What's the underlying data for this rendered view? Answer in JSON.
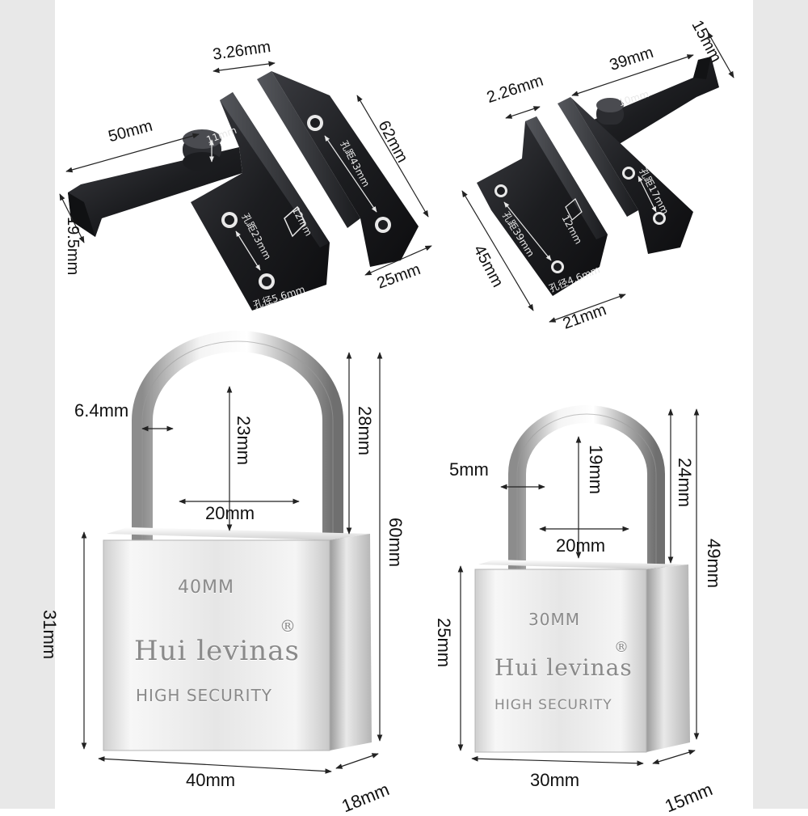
{
  "hasp_large": {
    "plate_gap": "3.26mm",
    "bar_length": "50mm",
    "bar_height": "19.5mm",
    "knob_size": "11mm",
    "plate_height": "62mm",
    "hole_spacing_right": "孔距43mm",
    "hole_spacing_left": "孔距23mm",
    "hole_diameter": "孔径5.6mm",
    "slot_size": "12mm",
    "plate_width": "25mm"
  },
  "hasp_small": {
    "plate_gap": "2.26mm",
    "bar_length": "39mm",
    "bar_height": "15mm",
    "knob_size": "10mm",
    "hole_spacing_right": "孔距17mm",
    "hole_spacing_left": "孔距39mm",
    "hole_diameter": "孔径4.6mm",
    "slot_size": "12mm",
    "plate_height": "45mm",
    "plate_width": "21mm"
  },
  "padlock_large": {
    "shackle_diameter": "6.4mm",
    "shackle_inner_height": "23mm",
    "shackle_height": "28mm",
    "shackle_span": "20mm",
    "total_height": "60mm",
    "body_height": "31mm",
    "body_width": "40mm",
    "body_depth": "18mm",
    "size_mark": "40MM",
    "brand": "Hui levinas",
    "registered": "®",
    "tagline": "HIGH SECURITY"
  },
  "padlock_small": {
    "shackle_diameter": "5mm",
    "shackle_inner_height": "19mm",
    "shackle_height": "24mm",
    "shackle_span": "20mm",
    "total_height": "49mm",
    "body_height": "25mm",
    "body_width": "30mm",
    "body_depth": "15mm",
    "size_mark": "30MM",
    "brand": "Hui levinas",
    "registered": "®",
    "tagline": "HIGH SECURITY"
  },
  "colors": {
    "hasp_black": "#1c1d20",
    "chrome_light": "#f2f2f2",
    "chrome_dark": "#8f8f8f",
    "dimension_line": "#222222",
    "side_strip": "#e8e8e8"
  }
}
